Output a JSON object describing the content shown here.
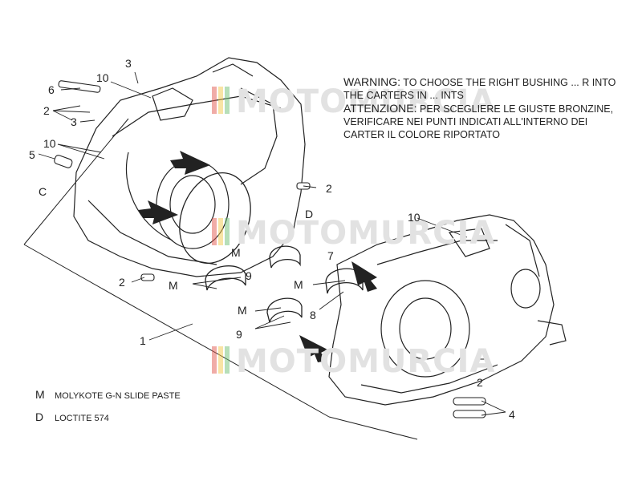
{
  "warning": {
    "en_label": "WARNING:",
    "en_text": "TO CHOOSE THE RIGHT BUSHING ... R INTO THE CARTERS IN ... INTS",
    "it_label": "ATTENZIONE:",
    "it_text": "PER SCEGLIERE LE GIUSTE BRONZINE, VERIFICARE NEI PUNTI INDICATI ALL'INTERNO DEI CARTER IL COLORE RIPORTATO"
  },
  "legend": [
    {
      "symbol": "M",
      "text": "MOLYKOTE G-N SLIDE PASTE"
    },
    {
      "symbol": "D",
      "text": "LOCTITE 574"
    }
  ],
  "watermark": "MOTOMURCIA",
  "callouts": {
    "n1": "1",
    "n2a": "2",
    "n2b": "2",
    "n2c": "2",
    "n2d": "2",
    "n3a": "3",
    "n3b": "3",
    "n4": "4",
    "n5": "5",
    "n6": "6",
    "n7": "7",
    "n8": "8",
    "n9a": "9",
    "n9b": "9",
    "n10a": "10",
    "n10b": "10",
    "n10c": "10",
    "c": "C",
    "d": "D",
    "m1": "M",
    "m2": "M",
    "m3": "M",
    "m4": "M"
  },
  "colors": {
    "line": "#222222",
    "watermark": "#e2e2e2",
    "stripe_red": "#e25a4f",
    "stripe_yellow": "#f2c94c",
    "stripe_green": "#6fbf73"
  }
}
